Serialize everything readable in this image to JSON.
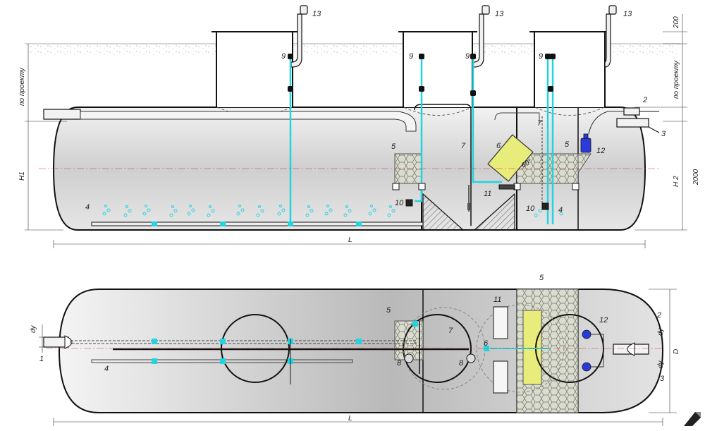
{
  "labels": {
    "n1": "1",
    "n2": "2",
    "n3": "3",
    "n4": "4",
    "n5": "5",
    "n6": "6",
    "n7": "7",
    "n8": "8",
    "n9": "9",
    "n10": "10",
    "n11": "11",
    "n12": "12",
    "n13": "13"
  },
  "dimensions": {
    "by_project": "по проекту",
    "h1": "H1",
    "h2": "H 2",
    "height_2000": "2000",
    "height_200": "200",
    "length": "L",
    "diameter": "D",
    "dy": "dy"
  },
  "colors": {
    "tank_fill": "#d6d6d6",
    "aeration_pipe": "#22d3e0",
    "media_block": "#e8ec7a",
    "pump": "#2a3bd9",
    "stroke": "#111111"
  },
  "icons": {
    "corner_logo": "fold-arrow-logo"
  }
}
